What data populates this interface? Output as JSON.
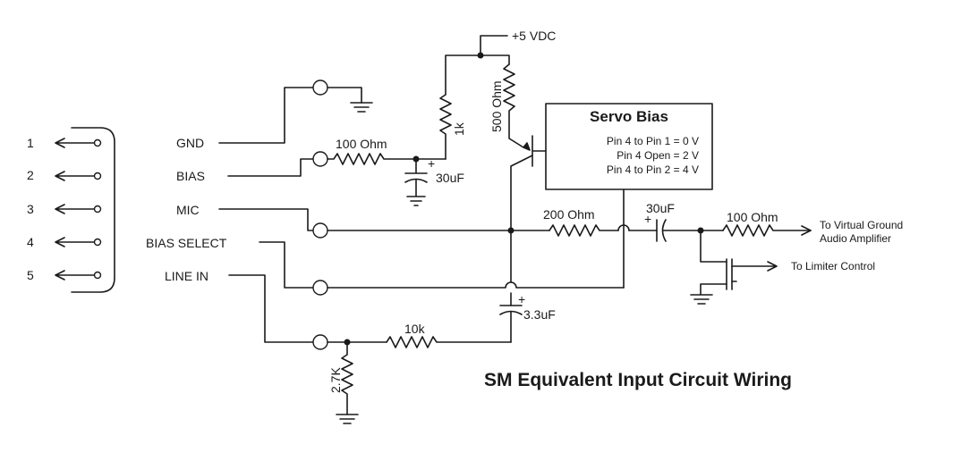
{
  "title": "SM Equivalent Input Circuit Wiring",
  "supply": "+5 VDC",
  "connector": {
    "pins": [
      {
        "number": "1",
        "signal": "GND"
      },
      {
        "number": "2",
        "signal": "BIAS"
      },
      {
        "number": "3",
        "signal": "MIC"
      },
      {
        "number": "4",
        "signal": "BIAS SELECT"
      },
      {
        "number": "5",
        "signal": "LINE  IN"
      }
    ]
  },
  "servo_bias": {
    "title": "Servo Bias",
    "lines": [
      "Pin 4 to Pin 1 = 0 V",
      "Pin 4 Open = 2 V",
      "Pin 4 to Pin 2 = 4 V"
    ]
  },
  "components": {
    "r_bias": "100 Ohm",
    "r_1k": "1k",
    "r_500": "500 Ohm",
    "c_bias": "30uF",
    "c_bias_plus": "+",
    "r_mic": "200 Ohm",
    "c_out": "30uF",
    "c_out_plus": "+",
    "r_out": "100 Ohm",
    "c_line": "3.3uF",
    "c_line_plus": "+",
    "r_line": "10k",
    "r_27": "2.7K"
  },
  "outputs": {
    "audio_line1": "To Virtual Ground",
    "audio_line2": "Audio Amplifier",
    "limiter": "To Limiter Control"
  }
}
